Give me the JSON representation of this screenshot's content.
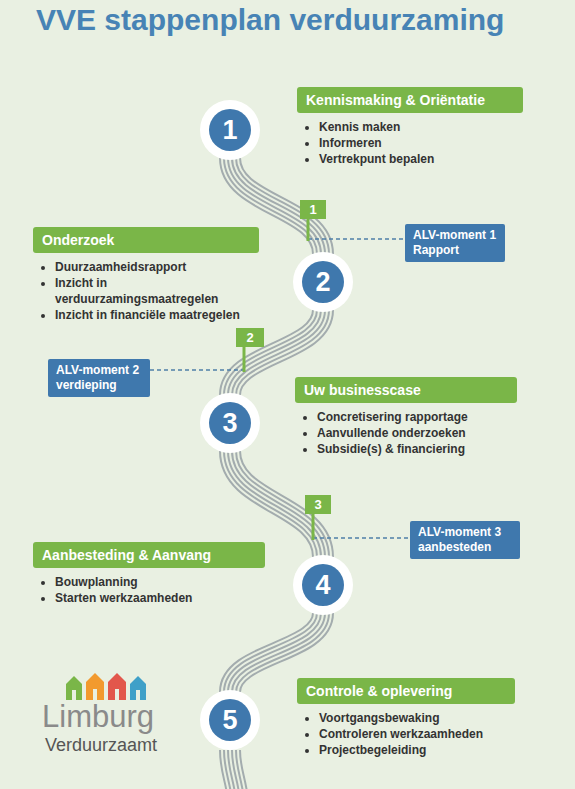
{
  "diagram": {
    "title": "VVE stappenplan verduurzaming",
    "nodes": [
      {
        "text": [
          "1"
        ]
      },
      {
        "text": [
          "Kennismaking & Oriëntatie",
          "Kennis maken",
          "Informeren",
          "Vertrekpunt bepalen"
        ]
      },
      {
        "text": [
          "1"
        ]
      },
      {
        "text": [
          "ALV-moment 1 Rapport"
        ]
      },
      {
        "text": [
          "Onderzoek",
          "Duurzaamheidsrapport",
          "Inzicht in verduurzamingsmaatregelen",
          "Inzicht in financiële maatregelen"
        ]
      },
      {
        "text": [
          "2"
        ]
      },
      {
        "text": [
          "2"
        ]
      },
      {
        "text": [
          "ALV-moment 2 verdieping"
        ]
      },
      {
        "text": [
          "3"
        ]
      },
      {
        "text": [
          "Uw businesscase",
          "Concretisering rapportage",
          "Aanvullende onderzoeken",
          "Subsidie(s) & financiering"
        ]
      },
      {
        "text": [
          "3"
        ]
      },
      {
        "text": [
          "ALV-moment 3 aanbesteden"
        ]
      },
      {
        "text": [
          "Aanbesteding & Aanvang",
          "Bouwplanning",
          "Starten werkzaamheden"
        ]
      },
      {
        "text": [
          "4"
        ]
      },
      {
        "text": [
          "5"
        ]
      },
      {
        "text": [
          "Controle & oplevering",
          "Voortgangsbewaking",
          "Controleren werkzaamheden",
          "Projectbegeleiding"
        ]
      }
    ],
    "edges": [
      {
        "from": 0,
        "to": 5,
        "arrow": "none"
      },
      {
        "from": 2,
        "to": 3,
        "arrow": "none"
      },
      {
        "from": 5,
        "to": 8,
        "arrow": "none"
      },
      {
        "from": 6,
        "to": 7,
        "arrow": "none"
      },
      {
        "from": 8,
        "to": 13,
        "arrow": "none"
      },
      {
        "from": 10,
        "to": 11,
        "arrow": "none"
      },
      {
        "from": 13,
        "to": 14,
        "arrow": "none"
      }
    ],
    "labels": [
      "Limburg",
      "Verduurzaamt"
    ]
  }
}
